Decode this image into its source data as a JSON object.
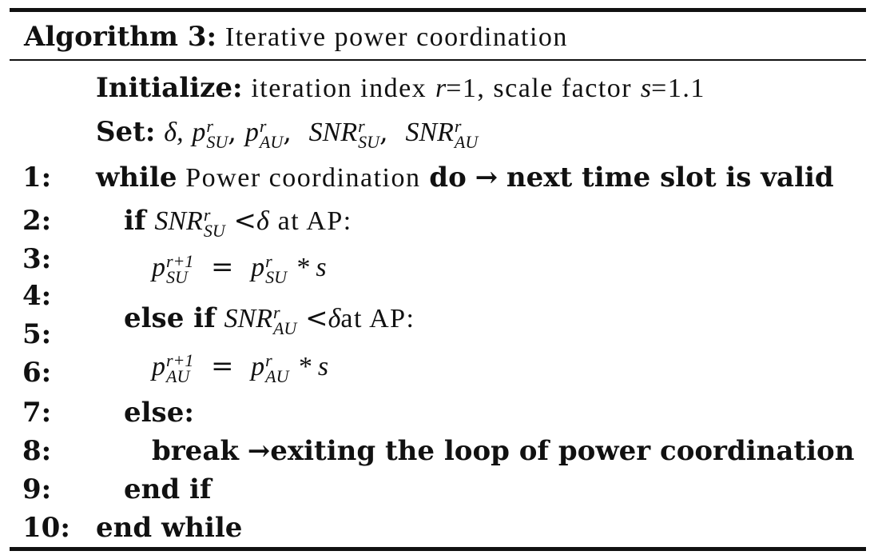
{
  "algorithm": {
    "label": "Algorithm 3:",
    "title": "Iterative power coordination"
  },
  "init": {
    "keyword": "Initialize:",
    "text_a": "iteration index",
    "var_r": "r",
    "eq_a": "=1, scale factor",
    "var_s": "s",
    "eq_b": "=1.1"
  },
  "set": {
    "keyword": "Set:",
    "delta": "δ,",
    "p": "p",
    "r": "r",
    "SU": "SU",
    "AU": "AU",
    "SNR": "SNR",
    "comma": ","
  },
  "lines": {
    "n1": "1:",
    "n2": "2:",
    "n3": "3:",
    "n4": "4:",
    "n5": "5:",
    "n6": "6:",
    "n7": "7:",
    "n8": "8:",
    "n9": "9:",
    "n10": "10:",
    "while_kw": "while",
    "while_text": "Power coordination",
    "do_kw": "do",
    "arrow": "→",
    "next_valid": "next time slot is valid",
    "if_kw": "if",
    "lt": "<",
    "delta_sym": "δ",
    "at_ap": "at AP:",
    "r_plus_1": "r+1",
    "equals": "=",
    "times_s": "* s",
    "else_if_kw": "else if",
    "at_ap2": "at AP:",
    "else_kw": "else:",
    "break_kw": "break",
    "break_text": "→exiting the loop of power coordination",
    "end_if": "end if",
    "end_while": "end while"
  }
}
